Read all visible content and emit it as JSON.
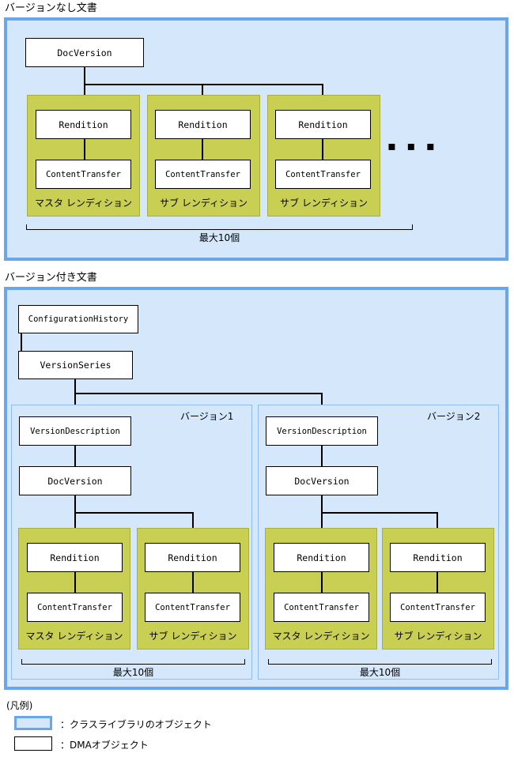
{
  "diagram": {
    "sections": [
      {
        "id": "unversioned",
        "caption": "バージョンなし文書",
        "root_box": "DocVersion",
        "renditions": [
          {
            "rendition": "Rendition",
            "content_transfer": "ContentTransfer",
            "caption": "マスタ レンディション"
          },
          {
            "rendition": "Rendition",
            "content_transfer": "ContentTransfer",
            "caption": "サブ レンディション"
          },
          {
            "rendition": "Rendition",
            "content_transfer": "ContentTransfer",
            "caption": "サブ レンディション"
          }
        ],
        "ellipsis": "▪ ▪ ▪",
        "bracket_label": "最大10個"
      },
      {
        "id": "versioned",
        "caption": "バージョン付き文書",
        "top_boxes": [
          "ConfigurationHistory",
          "VersionSeries"
        ],
        "versions": [
          {
            "label": "バージョン1",
            "boxes": [
              "VersionDescription",
              "DocVersion"
            ],
            "renditions": [
              {
                "rendition": "Rendition",
                "content_transfer": "ContentTransfer",
                "caption": "マスタ レンディション"
              },
              {
                "rendition": "Rendition",
                "content_transfer": "ContentTransfer",
                "caption": "サブ レンディション"
              }
            ],
            "bracket_label": "最大10個"
          },
          {
            "label": "バージョン2",
            "boxes": [
              "VersionDescription",
              "DocVersion"
            ],
            "renditions": [
              {
                "rendition": "Rendition",
                "content_transfer": "ContentTransfer",
                "caption": "マスタ レンディション"
              },
              {
                "rendition": "Rendition",
                "content_transfer": "ContentTransfer",
                "caption": "サブ レンディション"
              }
            ],
            "bracket_label": "最大10個"
          }
        ]
      }
    ]
  },
  "legend": {
    "title": "(凡例)",
    "items": [
      {
        "swatch": "blue",
        "text": "：クラスライブラリのオブジェクト"
      },
      {
        "swatch": "white",
        "text": "：DMAオブジェクト"
      }
    ]
  },
  "colors": {
    "container_fill": "#d5e7fb",
    "container_border": "#6aa6ee",
    "rendition_group_fill": "#c9cf52",
    "box_fill": "#ffffff",
    "box_border": "#000000"
  }
}
